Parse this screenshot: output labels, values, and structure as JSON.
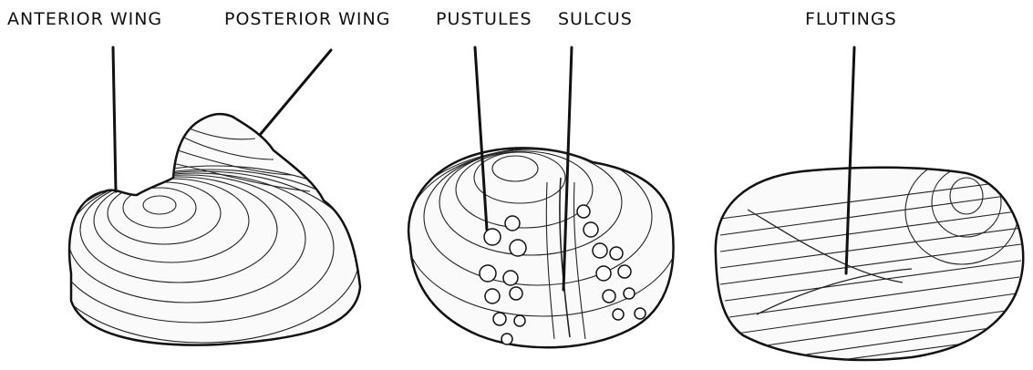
{
  "labels": {
    "anterior_wing": "ANTERIOR WING",
    "posterior_wing": "POSTERIOR WING",
    "pustules": "PUSTULES",
    "sulcus": "SULCUS",
    "flutings": "FLUTINGS"
  },
  "colors": {
    "ink": "#111111",
    "background": "#ffffff"
  }
}
